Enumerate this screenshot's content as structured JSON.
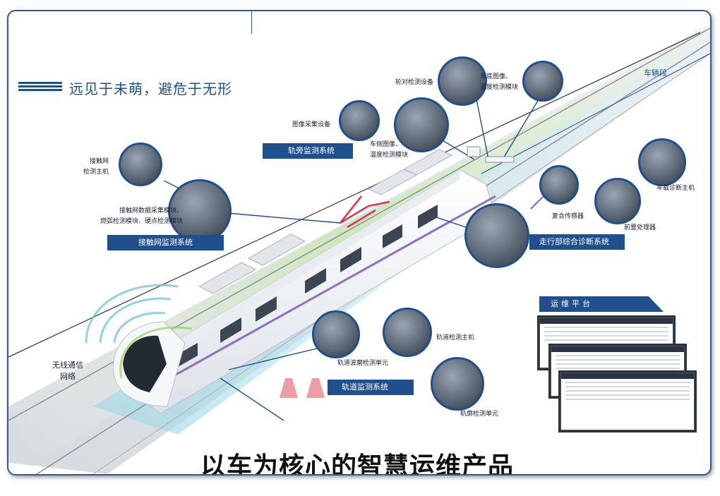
{
  "headline": "远见于未萌，避危于无形",
  "bottom_title": "以车为核心的智慧运维产品",
  "section_label": "车辆段",
  "wireless_label": [
    "无线通信",
    "网络"
  ],
  "systems": {
    "catenary": {
      "banner": "接触网监测系统",
      "host_label": [
        "接触网",
        "检测主机"
      ],
      "modules_label": [
        "接触网数据采集模块、",
        "燃弧检测模块、硬点检测模块"
      ]
    },
    "trackside": {
      "banner": "轨旁监测系统",
      "image_device": "图像采集设备",
      "side_module": [
        "车侧图像、",
        "温度检测模块"
      ],
      "wheelset_device": "轮对检测设备",
      "bottom_module": [
        "车底图像、",
        "温度检测模块"
      ]
    },
    "running_gear": {
      "banner": "走行部综合诊断系统",
      "sensor": "复合传感器",
      "preprocessor": "前置处理器",
      "onboard_host": "车载诊断主机"
    },
    "track": {
      "banner": "轨道监测系统",
      "host": "轨道检测主机",
      "wear_unit": "轨道波磨检测单元",
      "profile_unit": "轨廓检测单元"
    }
  },
  "platform": {
    "banner": "运维平台"
  },
  "colors": {
    "brand_blue": "#1f4f8c",
    "train_white": "#f4f6f8",
    "stripe_purple": "#8a6fc4",
    "signal_green": "#9fd36a",
    "rail_cyan": "#6fc2d8"
  }
}
